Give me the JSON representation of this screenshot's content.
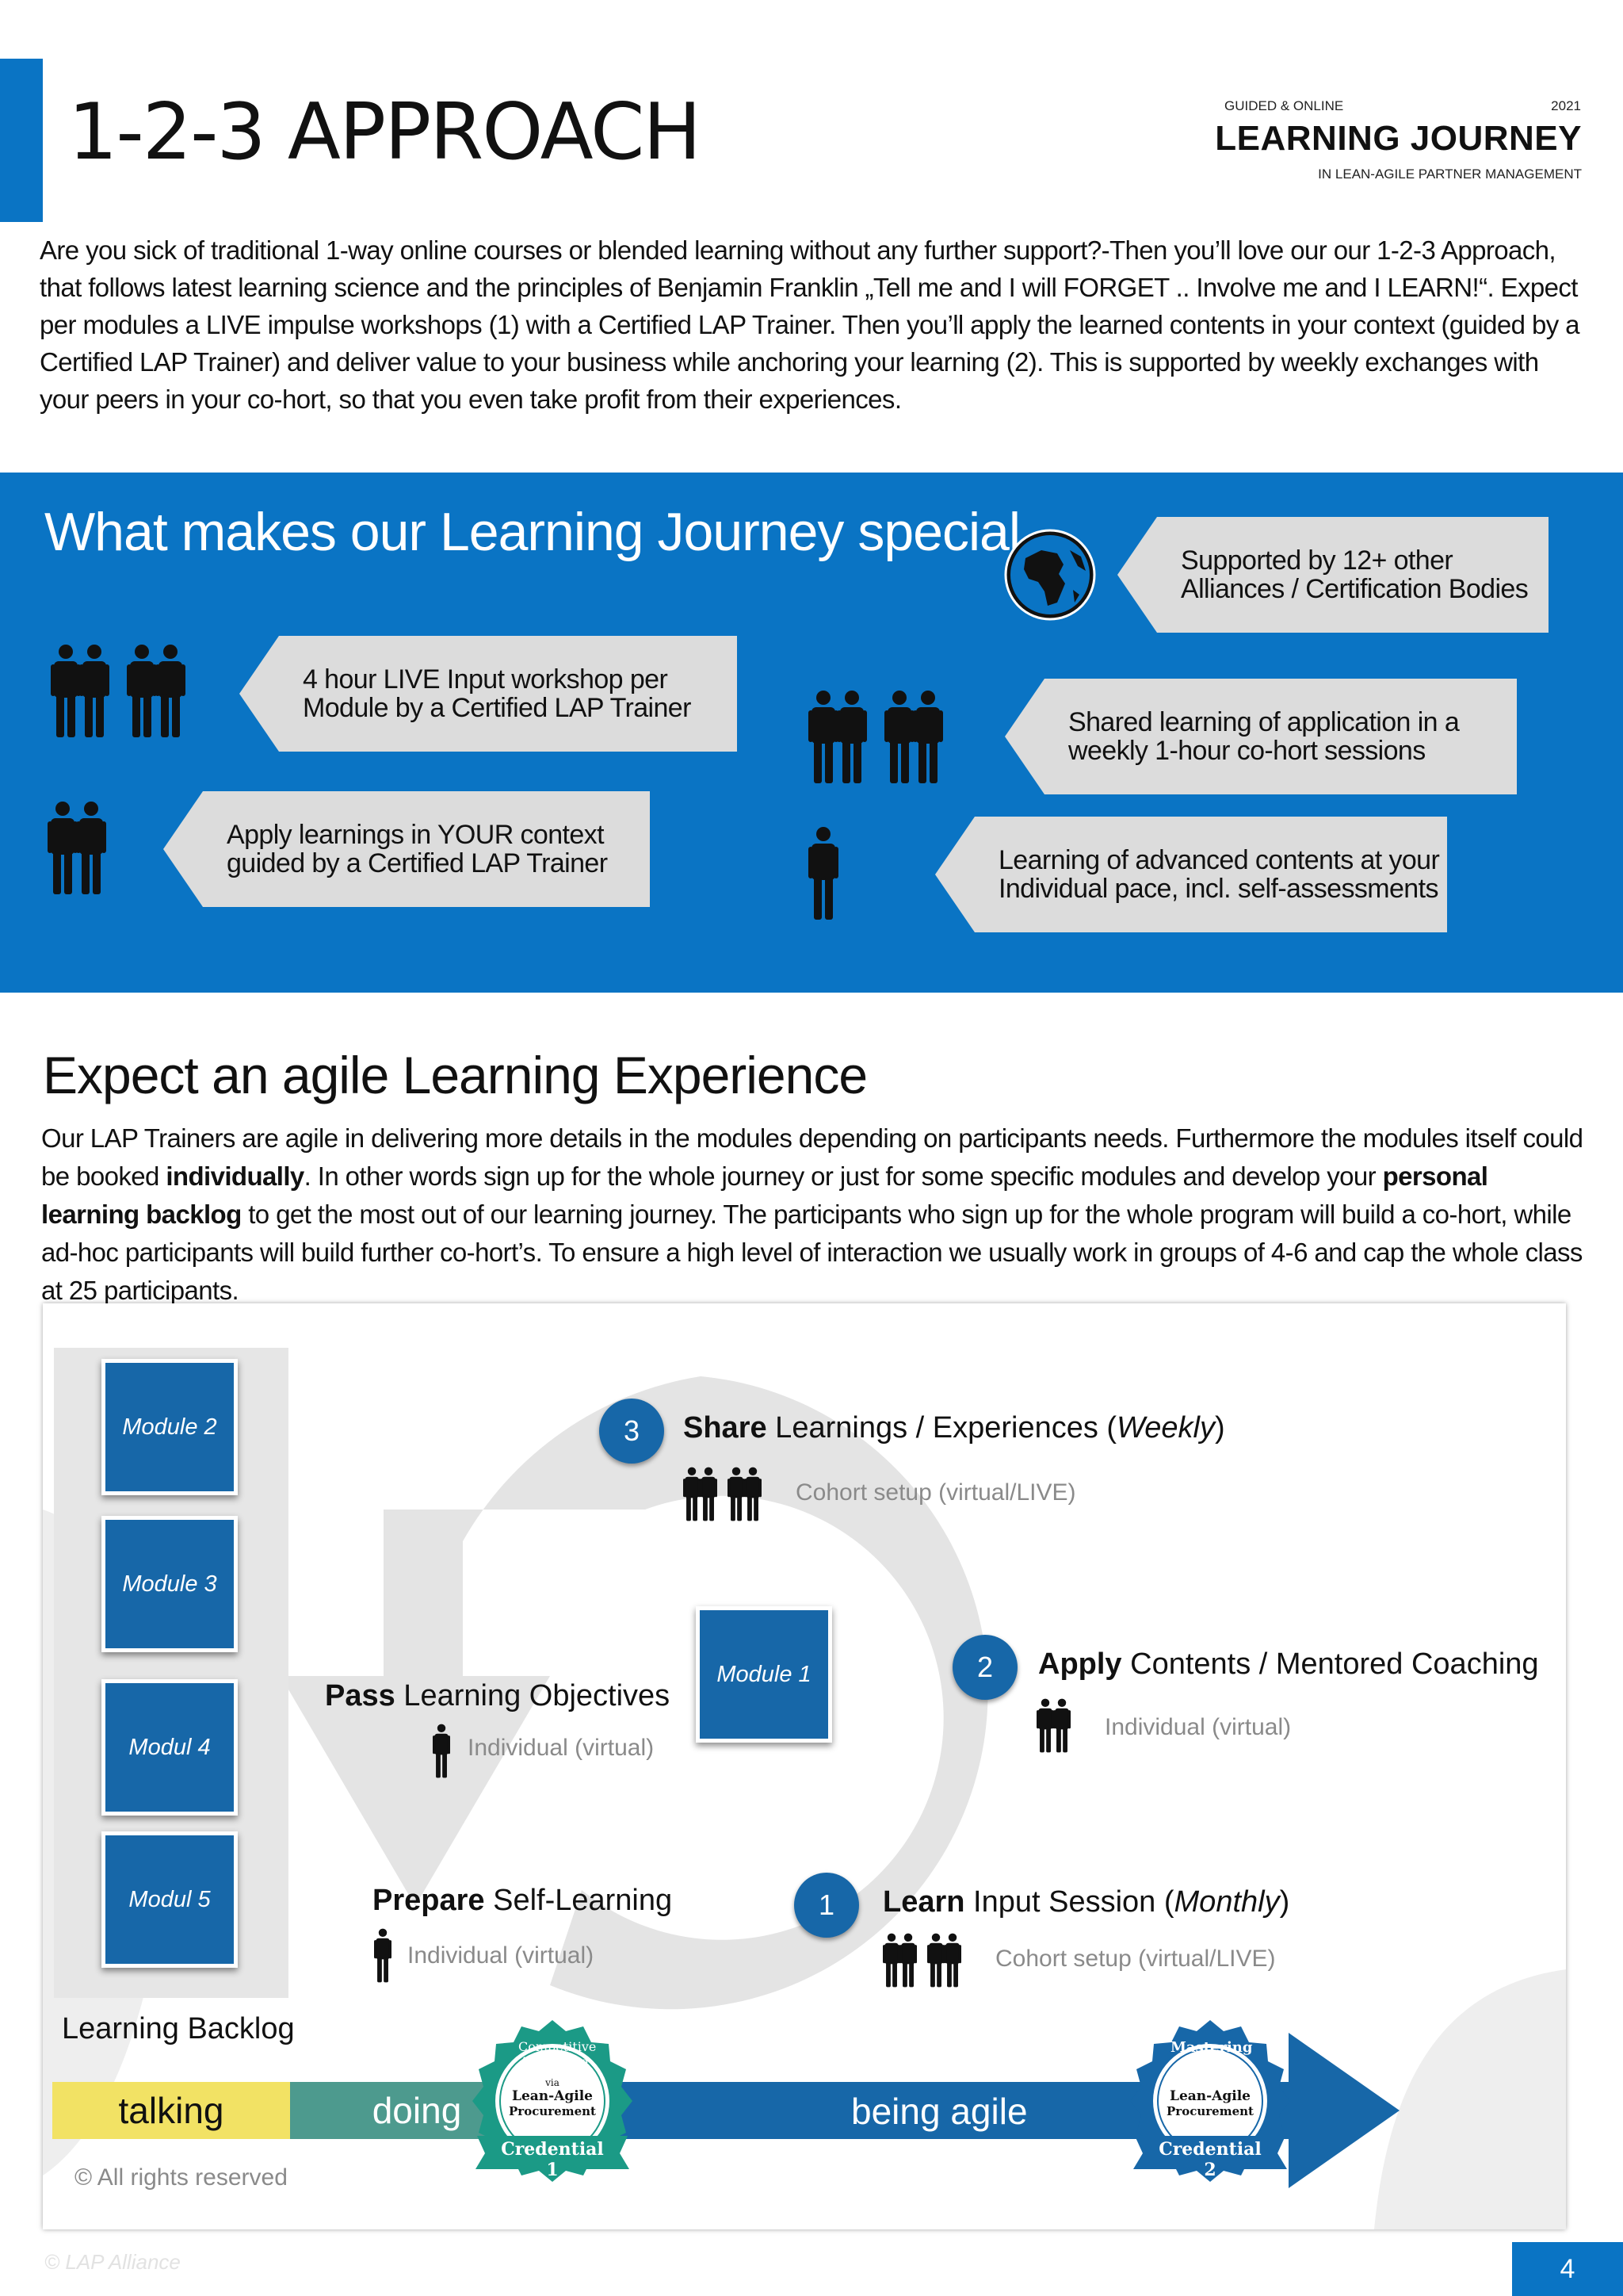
{
  "header": {
    "page_title": "1-2-3 APPROACH",
    "brand_top_left": "GUIDED & ONLINE",
    "brand_year": "2021",
    "brand_title": "LEARNING JOURNEY",
    "brand_subtitle": "IN LEAN-AGILE PARTNER MANAGEMENT",
    "accent_color": "#0a74c4"
  },
  "intro": "Are you sick of traditional 1-way online courses or blended learning without any further support?-Then you’ll love our our 1-2-3 Approach, that follows latest learning science and the principles of Benjamin Franklin „Tell me and I will FORGET .. Involve me and I LEARN!“. Expect per modules a LIVE impulse workshops (1) with a Certified LAP Trainer. Then you’ll apply the learned contents in your context (guided by a Certified LAP Trainer) and deliver value to your business while anchoring your learning (2). This is supported by weekly exchanges with your peers in your co-hort, so that you even take profit from their experiences.",
  "special": {
    "title": "What makes our Learning Journey special",
    "callouts": {
      "alliances": [
        "Supported by 12+ other",
        "Alliances / Certification Bodies"
      ],
      "live_input": [
        "4 hour LIVE Input workshop per",
        "Module by a Certified LAP Trainer"
      ],
      "shared": [
        "Shared learning of application in a",
        "weekly 1-hour co-hort sessions"
      ],
      "apply": [
        "Apply learnings in YOUR context",
        "guided by a Certified LAP Trainer"
      ],
      "advanced": [
        "Learning of advanced contents at your",
        "Individual pace, incl. self-assessments"
      ]
    },
    "icons": [
      "globe-icon",
      "people-icon"
    ]
  },
  "experience": {
    "title": "Expect an agile Learning Experience",
    "p1": "Our LAP Trainers are agile in delivering more details in the modules depending on participants needs. Furthermore the modules itself could be booked ",
    "b1": "individually",
    "p2": ". In other words sign up for the whole journey or just for some specific modules and develop your ",
    "b2": "personal learning backlog",
    "p3": " to get the most out of our learning journey. The participants who sign up for the whole program will build a co-hort, while ad-hoc participants will build further co-hort’s. To ensure a high level of interaction we usually work in groups of 4-6 and cap the whole class at 25 participants."
  },
  "diagram": {
    "backlog_modules": [
      "Module 2",
      "Module 3",
      "Modul 4",
      "Modul 5"
    ],
    "backlog_label": "Learning Backlog",
    "center_module": "Module 1",
    "steps": [
      {
        "num": "3",
        "bold": "Share",
        "rest": " Learnings / Experiences (",
        "italic": "Weekly",
        "end": ")",
        "setup": "Cohort setup (virtual/LIVE)"
      },
      {
        "num": "2",
        "bold": "Apply",
        "rest": " Contents / Mentored Coaching",
        "italic": "",
        "end": "",
        "setup": "Individual (virtual)"
      },
      {
        "num": "1",
        "bold": "Learn",
        "rest": " Input Session (",
        "italic": "Monthly",
        "end": ")",
        "setup": "Cohort setup (virtual/LIVE)"
      }
    ],
    "pass": {
      "bold": "Pass",
      "rest": " Learning Objectives",
      "setup": "Individual (virtual)"
    },
    "prepare": {
      "bold": "Prepare",
      "rest": " Self-Learning",
      "setup": "Individual (virtual)"
    },
    "progress": {
      "talking": "talking",
      "doing": "doing",
      "being": "being agile"
    },
    "badge1": {
      "arc": "Competitive Advantage",
      "via": "via",
      "line1": "Lean-Agile",
      "line2": "Procurement",
      "ribbon": "Credential 1"
    },
    "badge2": {
      "arc": "Mastering",
      "line1": "Lean-Agile",
      "line2": "Procurement",
      "ribbon": "Credential 2"
    },
    "rights": "© All rights reserved",
    "colors": {
      "module": "#1767a8",
      "talking": "#f2e264",
      "doing": "#4d9a8e",
      "arrow": "#1767a8",
      "badge": "#1b9a86"
    }
  },
  "footer": {
    "watermark": "© LAP Alliance",
    "page_number": "4"
  }
}
